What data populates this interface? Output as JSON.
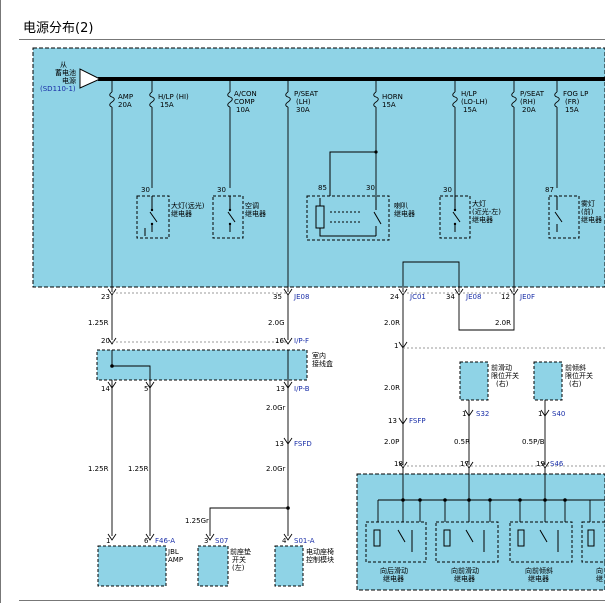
{
  "title": "电源分布(2)",
  "colors": {
    "panel": "#8fd3e6",
    "wire": "#000000",
    "label_blue": "#1a2fa8"
  },
  "source": {
    "line1": "从",
    "line2": "蓄电池",
    "line3": "电源",
    "ref": "(SD110-1)"
  },
  "fuses": [
    {
      "name": "AMP",
      "rating": "20A"
    },
    {
      "name": "H/LP (HI)",
      "rating": "15A"
    },
    {
      "name1": "A/CON",
      "name2": "COMP",
      "rating": "10A"
    },
    {
      "name1": "P/SEAT",
      "name2": "(LH)",
      "rating": "30A"
    },
    {
      "name": "HORN",
      "rating": "15A"
    },
    {
      "name1": "H/LP",
      "name2": "(LO-LH)",
      "rating": "15A"
    },
    {
      "name1": "P/SEAT",
      "name2": "(RH)",
      "rating": "20A"
    },
    {
      "name1": "FOG LP",
      "name2": "(FR)",
      "rating": "15A"
    }
  ],
  "relays": [
    {
      "pin": "30",
      "line1": "大灯(远光)",
      "line2": "继电器"
    },
    {
      "pin": "30",
      "line1": "空调",
      "line2": "继电器"
    },
    {
      "pin_a": "85",
      "pin_b": "30",
      "line1": "喇叭",
      "line2": "继电器"
    },
    {
      "pin": "30",
      "line1": "大灯",
      "line2": "(近光-左)",
      "line3": "继电器"
    },
    {
      "pin": "87",
      "line1": "雾灯",
      "line2": "(前)",
      "line3": "继电器"
    }
  ],
  "connectors": {
    "c23": "23",
    "c35": "35",
    "je08": "JE08",
    "c24": "24",
    "jc01": "JC01",
    "c34": "34",
    "je08b": "JE08",
    "c12": "12",
    "je0f": "JE0F",
    "c20": "20",
    "c16": "16",
    "ipf": "I/P-F",
    "c14": "14",
    "c5": "5",
    "c13": "13",
    "ipb": "I/P-B",
    "c13b": "13",
    "fsfd": "FSFD",
    "c1a": "1",
    "c13c": "13",
    "fsfp": "FSFP",
    "c1b": "1",
    "s32": "S32",
    "c1c": "1",
    "s40": "S40",
    "c18": "18",
    "c17": "17",
    "c19": "19",
    "s46": "S46",
    "c1d": "1",
    "c6": "6",
    "f46a": "F46-A",
    "c3": "3",
    "s07": "S07",
    "c4": "4",
    "s01a": "S01-A"
  },
  "wires": {
    "w125r_a": "1.25R",
    "w20g": "2.0G",
    "w20gr": "2.0Gr",
    "w20gr_b": "2.0Gr",
    "w125r_b": "1.25R",
    "w125r_c": "1.25R",
    "w125gr": "1.25Gr",
    "w20r_a": "2.0R",
    "w20r_b": "2.0R",
    "w20r_c": "2.0R",
    "w20p": "2.0P",
    "w05r": "0.5R",
    "w05pb": "0.5P/B"
  },
  "junction_box": {
    "line1": "室内",
    "line2": "接线盒"
  },
  "switches": [
    {
      "line1": "前滑动",
      "line2": "限位开关",
      "line3": "(右)"
    },
    {
      "line1": "前倾斜",
      "line2": "限位开关",
      "line3": "(右)"
    }
  ],
  "components": {
    "jbl": {
      "line1": "JBL",
      "line2": "AMP"
    },
    "seat_switch": {
      "line1": "前座垫",
      "line2": "开关",
      "line3": "(左)"
    },
    "seat_module": {
      "line1": "电动座椅",
      "line2": "控制模块"
    }
  },
  "bottom_relays": [
    {
      "line1": "向后滑动",
      "line2": "继电器"
    },
    {
      "line1": "向前滑动",
      "line2": "继电器"
    },
    {
      "line1": "向前倾斜",
      "line2": "继电器"
    },
    {
      "line1": "向",
      "line2": "继"
    }
  ]
}
